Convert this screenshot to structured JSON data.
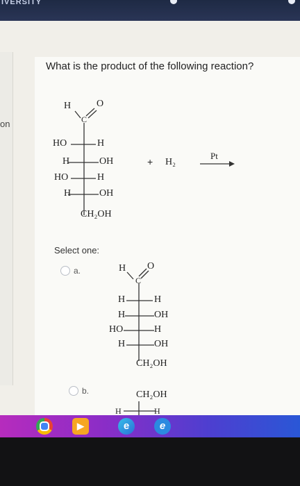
{
  "browser": {
    "brand_fragment": "IVERSITY"
  },
  "sidebar": {
    "edge_text": "on"
  },
  "question": {
    "text": "What is the product of the following reaction?",
    "reactant": {
      "top_h": "H",
      "top_o": "O",
      "carbon": "C",
      "rows": [
        {
          "left": "HO",
          "right": "H"
        },
        {
          "left": "H",
          "right": "OH"
        },
        {
          "left": "HO",
          "right": "H"
        },
        {
          "left": "H",
          "right": "OH"
        }
      ],
      "bottom": "CH₂OH"
    },
    "plus": "+",
    "reagent": "H₂",
    "catalyst": "Pt"
  },
  "answers": {
    "prompt": "Select one:",
    "options": [
      {
        "letter": "a.",
        "top_h": "H",
        "top_o": "O",
        "carbon": "C",
        "rows": [
          {
            "left": "H",
            "right": "H"
          },
          {
            "left": "H",
            "right": "OH"
          },
          {
            "left": "HO",
            "right": "H"
          },
          {
            "left": "H",
            "right": "OH"
          }
        ],
        "bottom": "CH₂OH"
      },
      {
        "letter": "b.",
        "top": "CH₂OH",
        "partial_left": "H",
        "partial_right": "H"
      }
    ]
  },
  "taskbar": {
    "icons": [
      "chrome-icon",
      "media-player-icon",
      "edge-icon",
      "internet-explorer-icon"
    ]
  }
}
